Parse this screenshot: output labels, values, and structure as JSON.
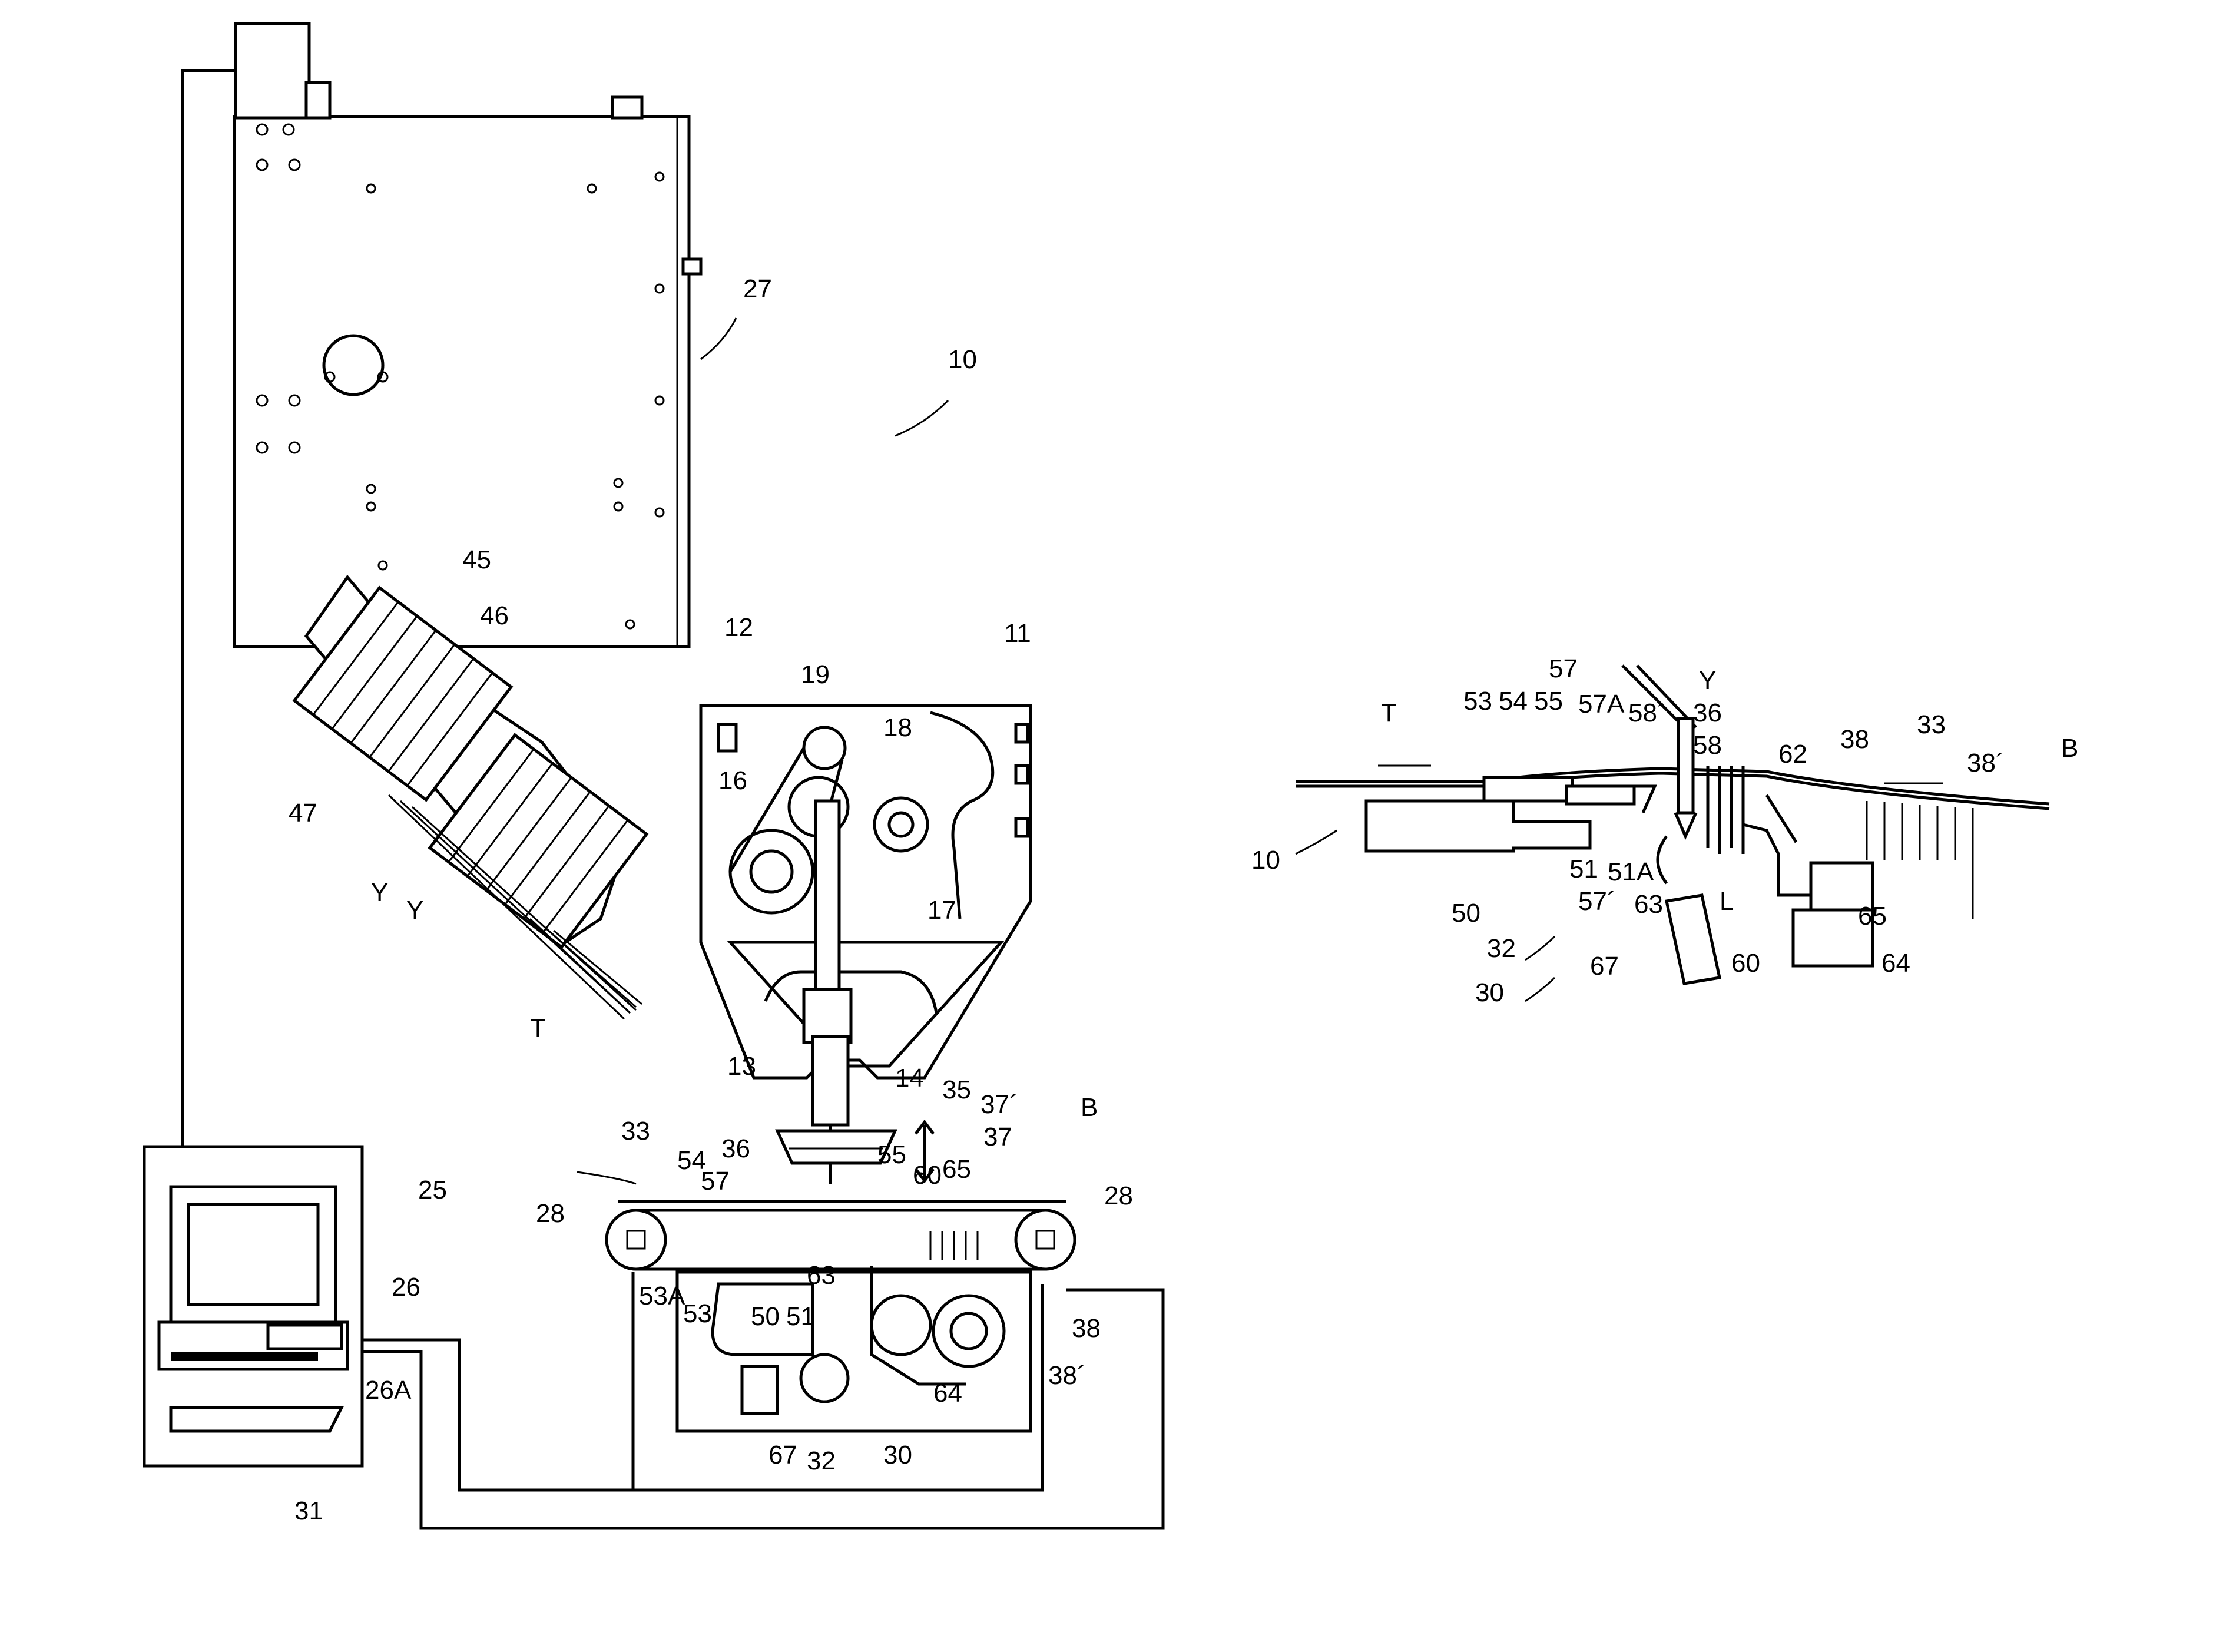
{
  "figure": {
    "labels": {
      "n10": "10",
      "n11": "11",
      "n12": "12",
      "n13": "13",
      "n14": "14",
      "n16": "16",
      "n17": "17",
      "n18": "18",
      "n19": "19",
      "n25": "25",
      "n26": "26",
      "n26A": "26A",
      "n27": "27",
      "n28": "28",
      "n30": "30",
      "n31": "31",
      "n32": "32",
      "n33": "33",
      "n35": "35",
      "n36": "36",
      "n37": "37",
      "n37p": "37´",
      "n38": "38",
      "n38p": "38´",
      "n45": "45",
      "n46": "46",
      "n47": "47",
      "n50": "50",
      "n51": "51",
      "n51A": "51A",
      "n53": "53",
      "n53A": "53A",
      "n54": "54",
      "n55": "55",
      "n57": "57",
      "n57A": "57A",
      "n57p": "57´",
      "n58": "58",
      "n58p": "58´",
      "n60": "60",
      "n62": "62",
      "n63": "63",
      "n64": "64",
      "n65": "65",
      "n67": "67",
      "T": "T",
      "Y": "Y",
      "B": "B",
      "L": "L"
    }
  }
}
